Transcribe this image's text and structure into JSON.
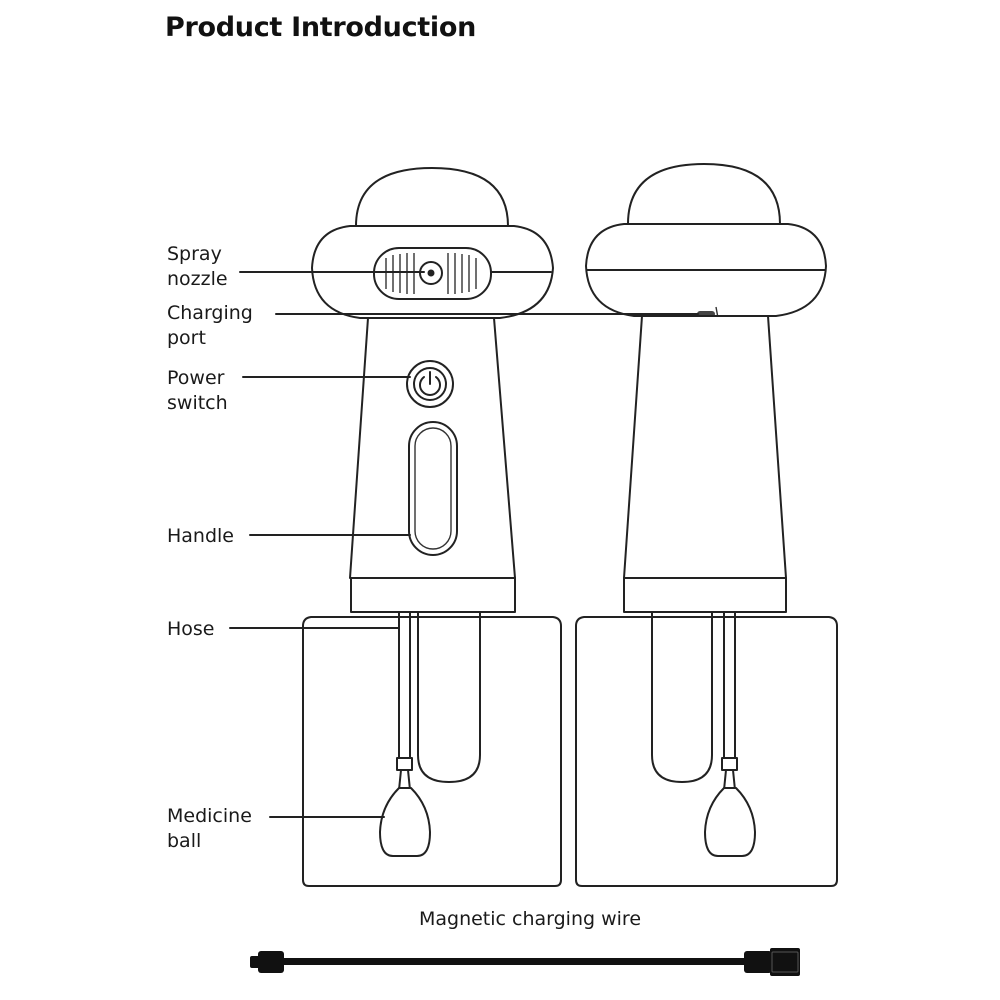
{
  "title": "Product Introduction",
  "labels": {
    "spray_nozzle": [
      "Spray",
      "nozzle"
    ],
    "charging_port": [
      "Charging",
      "port"
    ],
    "power_switch": [
      "Power",
      "switch"
    ],
    "handle": [
      "Handle"
    ],
    "hose": [
      "Hose"
    ],
    "medicine_ball": [
      "Medicine",
      "ball"
    ]
  },
  "cable_caption": "Magnetic charging wire",
  "colors": {
    "line": "#222222",
    "background": "#ffffff"
  }
}
